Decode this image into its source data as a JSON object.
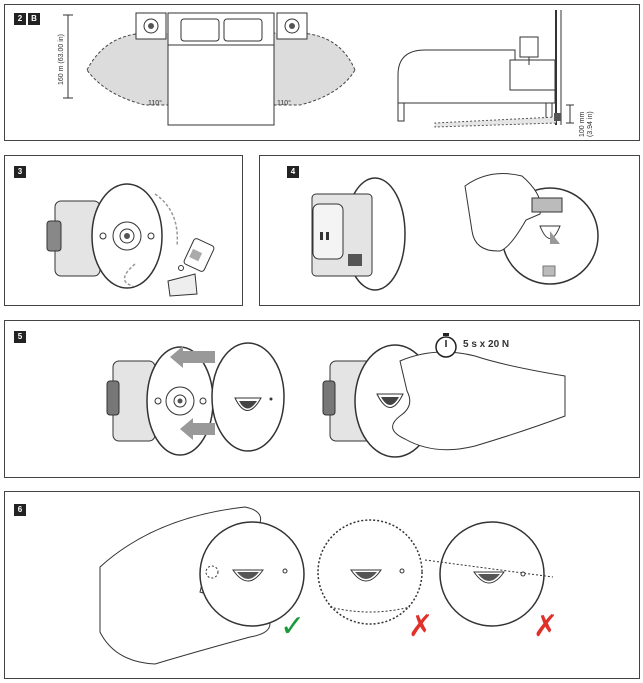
{
  "steps": {
    "s2": "2",
    "s2b": "B",
    "s3": "3",
    "s4": "4",
    "s5": "5",
    "s6": "6"
  },
  "panel2": {
    "height_label": "160 m (63.00 in)",
    "angle_left": "110°",
    "angle_right": "110°",
    "floor_label": "100 mm (3.94 in)"
  },
  "panel5": {
    "press_label": "5 s x 20 N"
  },
  "panel6": {
    "check_mark": "✓",
    "cross_mark_1": "✗",
    "cross_mark_2": "✗"
  },
  "colors": {
    "check": "#1a9a3a",
    "cross": "#e0302a",
    "line": "#333333",
    "shade": "#d8d8d8"
  }
}
